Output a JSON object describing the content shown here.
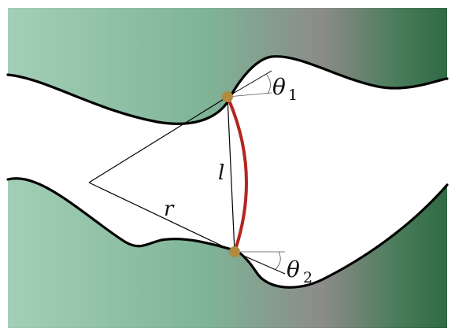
{
  "diagram": {
    "labels": {
      "length": "l",
      "radius": "r",
      "angle_top": "θ",
      "angle_top_sub": "1",
      "angle_bottom": "θ",
      "angle_bottom_sub": "2"
    },
    "colors": {
      "gradient_light": "#a3cfb7",
      "gradient_mid": "#7fb497",
      "gradient_gray": "#8b8b88",
      "gradient_dark": "#2f6a45",
      "outline": "#000000",
      "arc": "#b3261e",
      "contact_point": "#b08a3e",
      "gap": "#ffffff"
    }
  }
}
